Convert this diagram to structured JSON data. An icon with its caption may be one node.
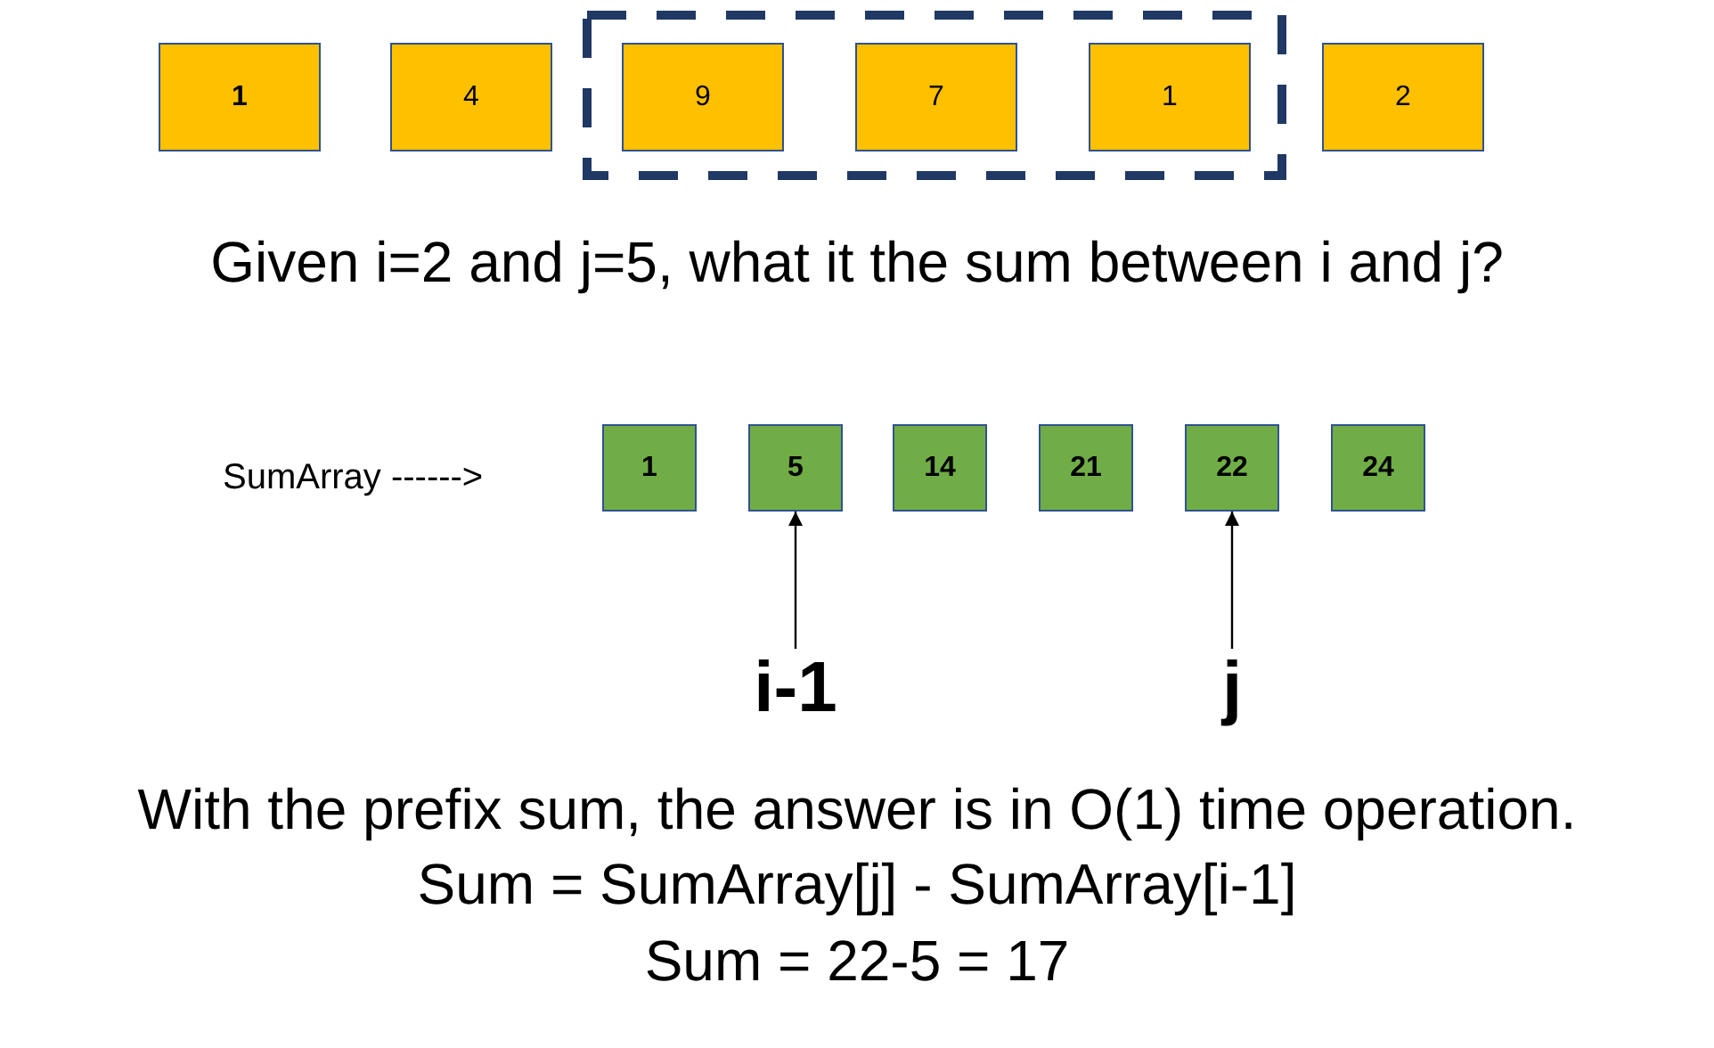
{
  "diagram": {
    "nodes": [
      {
        "text": [
          "1"
        ]
      },
      {
        "text": [
          "4"
        ]
      },
      {
        "text": [],
        "shape": "box"
      },
      {
        "text": [
          "9"
        ],
        "in": 2
      },
      {
        "text": [
          "7"
        ],
        "in": 2
      },
      {
        "text": [
          "1"
        ],
        "in": 2
      },
      {
        "text": [
          "2"
        ]
      },
      {
        "text": [
          "1"
        ]
      },
      {
        "text": [
          "5"
        ]
      },
      {
        "text": [
          "14"
        ]
      },
      {
        "text": [
          "21"
        ]
      },
      {
        "text": [
          "22"
        ]
      },
      {
        "text": [
          "24"
        ]
      },
      {
        "text": [
          "i-1"
        ]
      },
      {
        "text": [
          "j"
        ]
      }
    ],
    "edges": [
      {
        "from": 13,
        "to": 8,
        "arrow": "to"
      },
      {
        "from": 14,
        "to": 11,
        "arrow": "to"
      }
    ],
    "labels": [
      "Given i=2 and j=5, what it the sum between i and j?",
      "SumArray ------>",
      "With the prefix sum, the answer is in O(1) time operation.",
      "Sum = SumArray[j] - SumArray[i-1]",
      "Sum = 22-5 = 17"
    ]
  }
}
